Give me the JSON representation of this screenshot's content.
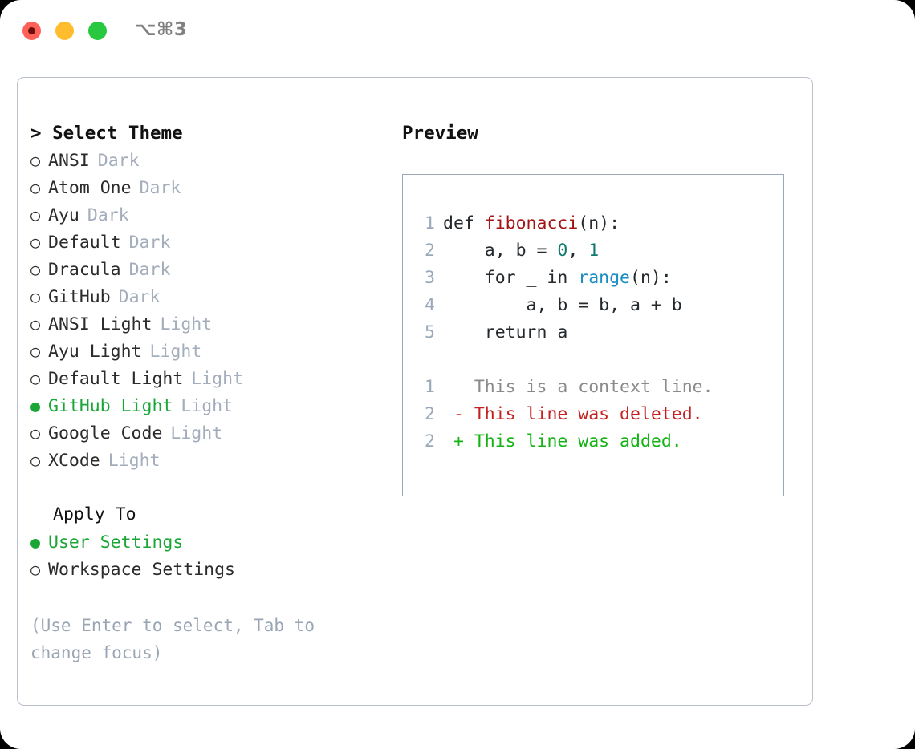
{
  "window": {
    "shortcut_label": "⌥⌘3",
    "traffic_lights": [
      {
        "name": "close",
        "color": "#FF6057"
      },
      {
        "name": "minimize",
        "color": "#FFBD2E"
      },
      {
        "name": "zoom",
        "color": "#28C840"
      }
    ]
  },
  "theme_picker": {
    "header": "> Select Theme",
    "marker_unselected": "○",
    "marker_selected": "●",
    "accent_color": "#1aa637",
    "variant_color": "#a3adbb",
    "items": [
      {
        "name": "ANSI",
        "variant": "Dark",
        "selected": false
      },
      {
        "name": "Atom One",
        "variant": "Dark",
        "selected": false
      },
      {
        "name": "Ayu",
        "variant": "Dark",
        "selected": false
      },
      {
        "name": "Default",
        "variant": "Dark",
        "selected": false
      },
      {
        "name": "Dracula",
        "variant": "Dark",
        "selected": false
      },
      {
        "name": "GitHub",
        "variant": "Dark",
        "selected": false
      },
      {
        "name": "ANSI Light",
        "variant": "Light",
        "selected": false
      },
      {
        "name": "Ayu Light",
        "variant": "Light",
        "selected": false
      },
      {
        "name": "Default Light",
        "variant": "Light",
        "selected": false
      },
      {
        "name": "GitHub Light",
        "variant": "Light",
        "selected": true
      },
      {
        "name": "Google Code",
        "variant": "Light",
        "selected": false
      },
      {
        "name": "XCode",
        "variant": "Light",
        "selected": false
      }
    ]
  },
  "apply_to": {
    "title": "Apply To",
    "options": [
      {
        "label": "User Settings",
        "selected": true
      },
      {
        "label": "Workspace Settings",
        "selected": false
      }
    ]
  },
  "hint": "(Use Enter to select, Tab to change focus)",
  "preview": {
    "title": "Preview",
    "border_color": "#9aa8b8",
    "gutter_color": "#9aa8b8",
    "code_lines": [
      {
        "num": "1",
        "tokens": [
          {
            "t": "def ",
            "c": "plain"
          },
          {
            "t": "fibonacci",
            "c": "fn"
          },
          {
            "t": "(n):",
            "c": "plain"
          }
        ]
      },
      {
        "num": "2",
        "tokens": [
          {
            "t": "    a, b = ",
            "c": "plain"
          },
          {
            "t": "0",
            "c": "num"
          },
          {
            "t": ", ",
            "c": "plain"
          },
          {
            "t": "1",
            "c": "num"
          }
        ]
      },
      {
        "num": "3",
        "tokens": [
          {
            "t": "    for _ in ",
            "c": "plain"
          },
          {
            "t": "range",
            "c": "builtin"
          },
          {
            "t": "(n):",
            "c": "plain"
          }
        ]
      },
      {
        "num": "4",
        "tokens": [
          {
            "t": "        a, b = b, a + b",
            "c": "plain"
          }
        ]
      },
      {
        "num": "5",
        "tokens": [
          {
            "t": "    return a",
            "c": "plain"
          }
        ]
      }
    ],
    "diff_lines": [
      {
        "num": "1",
        "tokens": [
          {
            "t": "   This is a context line.",
            "c": "ctx"
          }
        ]
      },
      {
        "num": "2",
        "tokens": [
          {
            "t": " - This line was deleted.",
            "c": "del"
          }
        ]
      },
      {
        "num": "2",
        "tokens": [
          {
            "t": " + This line was added.",
            "c": "add"
          }
        ]
      }
    ]
  }
}
